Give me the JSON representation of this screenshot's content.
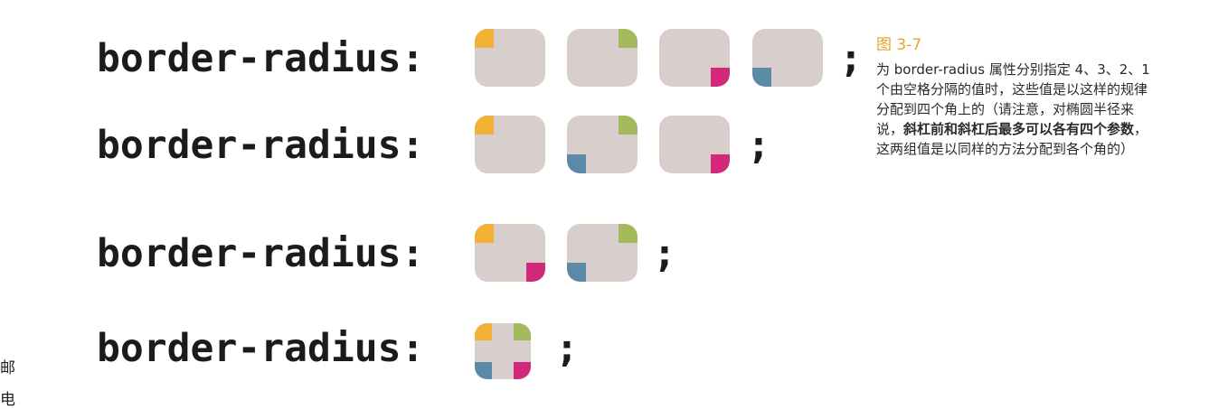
{
  "figure": {
    "title": "图 3-7",
    "caption_parts": [
      "为 border-radius 属性分别指定 4、3、2、1 个由空格分隔的值时，这些值是以这样的规律分配到四个角上的（请注意，对椭圆半径来说，",
      "斜杠前和斜杠后最多可以各有四个参数",
      "，这两组值是以同样的方法分配到各个角的）"
    ]
  },
  "rows": [
    {
      "code": "border-radius:",
      "semicolon": ";"
    },
    {
      "code": "border-radius:",
      "semicolon": ";"
    },
    {
      "code": "border-radius:",
      "semicolon": ";"
    },
    {
      "code": "border-radius:",
      "semicolon": ";"
    }
  ],
  "margin_glyphs": [
    "邮",
    "电"
  ],
  "colors": {
    "box": "#d8cecb",
    "top_left": "#f2b134",
    "top_right": "#a4b95c",
    "bottom_right": "#d1287a",
    "bottom_left": "#5b8aa8",
    "title": "#e8a32a"
  }
}
